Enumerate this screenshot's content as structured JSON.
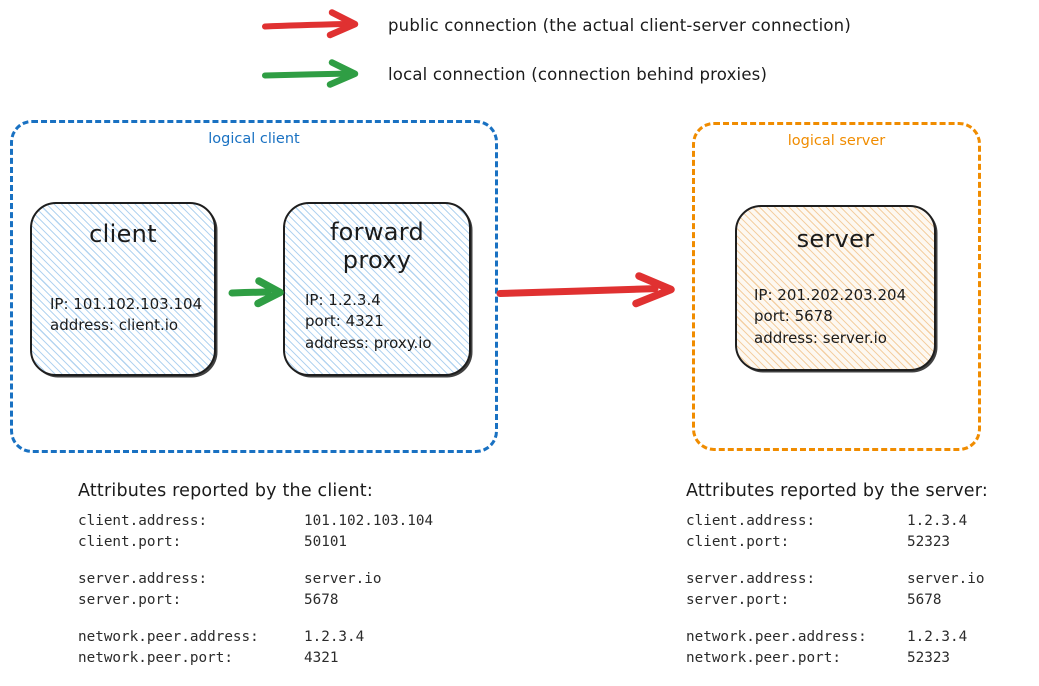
{
  "colors": {
    "public": "#e03131",
    "local": "#2f9e44",
    "client_group": "#1971c2",
    "server_group": "#f08c00",
    "text": "#1b1b1b"
  },
  "legend": [
    {
      "icon": "red-arrow-icon",
      "color": "#e03131",
      "label": "public connection (the actual client-server connection)"
    },
    {
      "icon": "green-arrow-icon",
      "color": "#2f9e44",
      "label": "local connection (connection behind proxies)"
    }
  ],
  "groups": {
    "client": {
      "label": "logical client",
      "color": "#1971c2"
    },
    "server": {
      "label": "logical server",
      "color": "#f08c00"
    }
  },
  "nodes": {
    "client": {
      "title": "client",
      "props": [
        "IP: 101.102.103.104",
        "address: client.io"
      ]
    },
    "proxy": {
      "title_line1": "forward",
      "title_line2": "proxy",
      "props": [
        "IP: 1.2.3.4",
        "port: 4321",
        "address: proxy.io"
      ]
    },
    "server": {
      "title": "server",
      "props": [
        "IP: 201.202.203.204",
        "port: 5678",
        "address: server.io"
      ]
    }
  },
  "connectors": {
    "client_to_proxy": {
      "kind": "local",
      "color": "#2f9e44"
    },
    "proxy_to_server": {
      "kind": "public",
      "color": "#e03131"
    }
  },
  "attributes": {
    "client_panel": {
      "heading": "Attributes reported by the client:",
      "rows": [
        {
          "key": "client.address:",
          "value": "101.102.103.104"
        },
        {
          "key": "client.port:",
          "value": "50101"
        },
        {
          "spacer": true
        },
        {
          "key": "server.address:",
          "value": "server.io"
        },
        {
          "key": "server.port:",
          "value": "5678"
        },
        {
          "spacer": true
        },
        {
          "key": "network.peer.address:",
          "value": "1.2.3.4"
        },
        {
          "key": "network.peer.port:",
          "value": "4321"
        }
      ]
    },
    "server_panel": {
      "heading": "Attributes reported by the server:",
      "rows": [
        {
          "key": "client.address:",
          "value": "1.2.3.4"
        },
        {
          "key": "client.port:",
          "value": "52323"
        },
        {
          "spacer": true
        },
        {
          "key": "server.address:",
          "value": "server.io"
        },
        {
          "key": "server.port:",
          "value": "5678"
        },
        {
          "spacer": true
        },
        {
          "key": "network.peer.address:",
          "value": "1.2.3.4"
        },
        {
          "key": "network.peer.port:",
          "value": "52323"
        }
      ]
    }
  }
}
